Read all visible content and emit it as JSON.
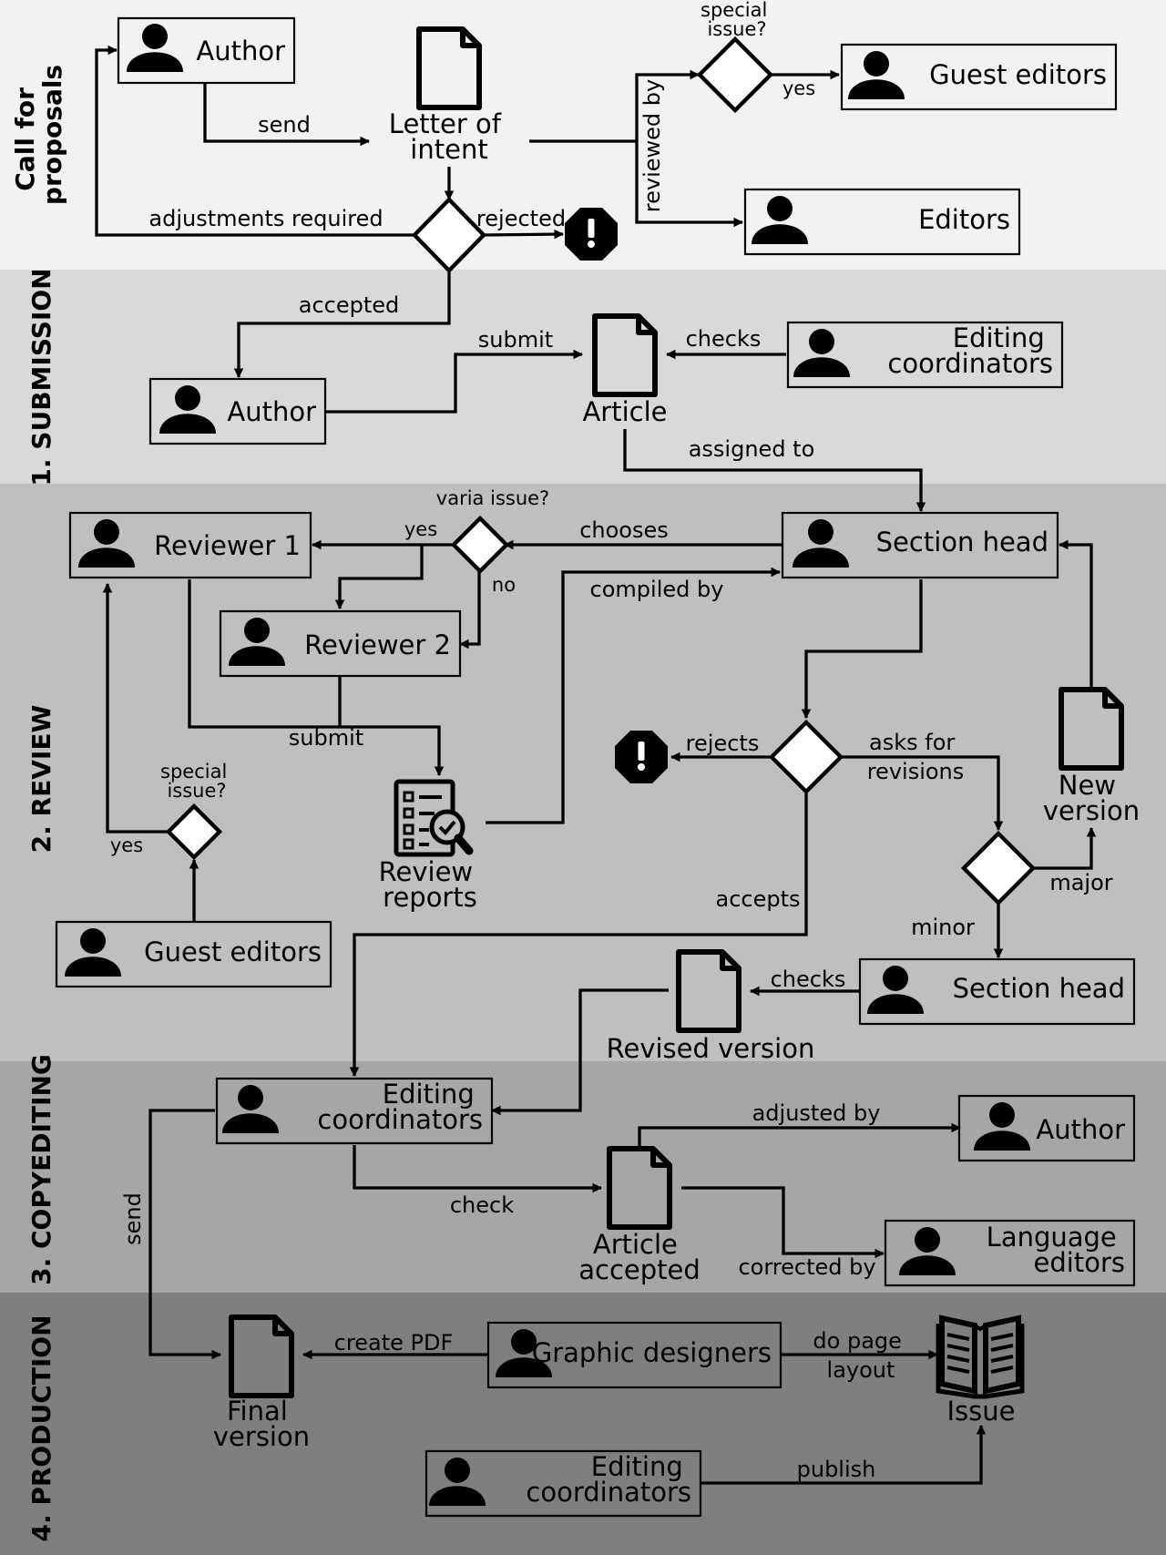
{
  "phases": [
    {
      "label": "Call for proposals"
    },
    {
      "label": "1. SUBMISSION"
    },
    {
      "label": "2. REVIEW"
    },
    {
      "label": "3. COPYEDITING"
    },
    {
      "label": "4. PRODUCTION"
    }
  ],
  "actors": {
    "author_cfp": "Author",
    "guest_editors_cfp": "Guest editors",
    "editors": "Editors",
    "author_sub": "Author",
    "editing_coord_sub": "Editing coordinators",
    "reviewer1": "Reviewer 1",
    "reviewer2": "Reviewer 2",
    "section_head_1": "Section head",
    "guest_editors_rev": "Guest editors",
    "section_head_2": "Section head",
    "editing_coord_copy": "Editing coordinators",
    "author_copy": "Author",
    "language_editors": "Language editors",
    "graphic_designers": "Graphic designers",
    "editing_coord_prod": "Editing coordinators"
  },
  "documents": {
    "letter_of_intent": "Letter of intent",
    "article": "Article",
    "review_reports": "Review reports",
    "new_version": "New version",
    "revised_version": "Revised version",
    "article_accepted": "Article accepted",
    "final_version": "Final version",
    "issue": "Issue"
  },
  "decisions": {
    "special_issue_cfp": "special issue?",
    "varia_issue": "varia issue?",
    "special_issue_rev": "special issue?"
  },
  "edge_labels": {
    "send_1": "send",
    "yes_1": "yes",
    "reviewed_by": "reviewed by",
    "adjustments_required": "adjustments required",
    "rejected": "rejected",
    "accepted": "accepted",
    "submit_1": "submit",
    "checks_1": "checks",
    "assigned_to": "assigned to",
    "yes_varia": "yes",
    "chooses": "chooses",
    "no_varia": "no",
    "compiled_by": "compiled by",
    "submit_2": "submit",
    "yes_special": "yes",
    "rejects": "rejects",
    "asks_for_revisions": "asks for revisions",
    "accepts": "accepts",
    "major": "major",
    "minor": "minor",
    "checks_2": "checks",
    "adjusted_by": "adjusted by",
    "send_2": "send",
    "check": "check",
    "corrected_by": "corrected by",
    "create_pdf": "create PDF",
    "do_page_layout": "do page layout",
    "publish": "publish"
  },
  "colors": {
    "phase_cfp": "#f2f2f2",
    "phase_submission": "#d9d9d9",
    "phase_review": "#bfbfbf",
    "phase_copyediting": "#a6a6a6",
    "phase_production": "#7f7f7f"
  }
}
